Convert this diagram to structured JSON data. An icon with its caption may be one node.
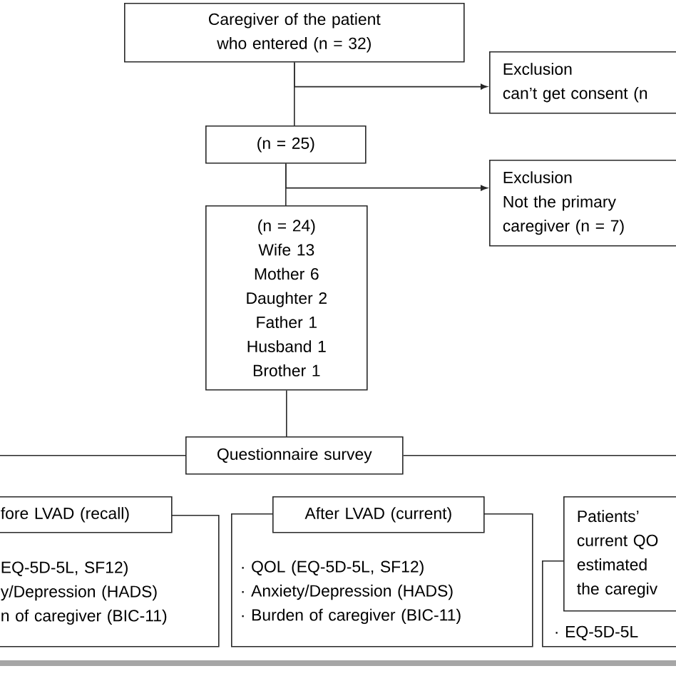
{
  "diagram": {
    "nodes": [
      {
        "text": [
          "Caregiver of the patient who entered (n = 32)"
        ]
      },
      {
        "text": [
          "Exclusion",
          "can’t get consent (n"
        ]
      },
      {
        "text": [
          "(n = 25)"
        ]
      },
      {
        "text": [
          "Exclusion",
          "Not the primary caregiver (n = 7)"
        ]
      },
      {
        "text": [
          "(n = 24)",
          "Wife 13",
          "Mother 6",
          "Daughter 2",
          "Father 1",
          "Husband 1",
          "Brother 1"
        ]
      },
      {
        "text": [
          "Questionnaire survey"
        ]
      },
      {
        "text": [
          "fore LVAD (recall)"
        ]
      },
      {
        "text": [
          "EQ-5D-5L, SF12)",
          "y/Depression (HADS)",
          "n of caregiver (BIC-11)"
        ]
      },
      {
        "text": [
          "After LVAD (current)"
        ]
      },
      {
        "text": [
          "· QOL (EQ-5D-5L, SF12)",
          "· Anxiety/Depression (HADS)",
          "· Burden of caregiver (BIC-11)"
        ]
      },
      {
        "text": [
          "Patients’ current QO estimated the caregiv"
        ]
      },
      {
        "text": [
          "· EQ-5D-5L"
        ]
      }
    ],
    "edges": [
      {
        "from": 0,
        "to": 2,
        "arrow": "none"
      },
      {
        "from": 0,
        "to": 1,
        "arrow": "to"
      },
      {
        "from": 2,
        "to": 4,
        "arrow": "none"
      },
      {
        "from": 2,
        "to": 3,
        "arrow": "to"
      },
      {
        "from": 4,
        "to": 5,
        "arrow": "none"
      },
      {
        "from": 5,
        "to": null,
        "arrow": "none"
      },
      {
        "from": 5,
        "to": null,
        "arrow": "none"
      }
    ]
  }
}
